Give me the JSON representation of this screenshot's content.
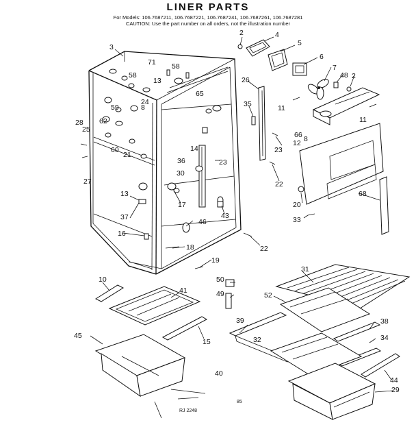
{
  "header": {
    "title": "LINER PARTS",
    "models": "For Models: 106.7687211, 106.7687221, 106.7687241, 106.7687261, 106.7687281",
    "caution": "CAUTION: Use the part number on all orders, not the illustration number"
  },
  "footer": {
    "page": "85",
    "code": "RJ 2248"
  },
  "callouts": {
    "p2a": "2",
    "p2b": "2",
    "p3": "3",
    "p4": "4",
    "p5": "5",
    "p6": "6",
    "p7": "7",
    "p8a": "8",
    "p8b": "8",
    "p10": "10",
    "p11a": "11",
    "p11b": "11",
    "p12": "12",
    "p13a": "13",
    "p13b": "13",
    "p14": "14",
    "p15": "15",
    "p16": "16",
    "p17": "17",
    "p18": "18",
    "p19": "19",
    "p20": "20",
    "p21": "21",
    "p22a": "22",
    "p22b": "22",
    "p23a": "23",
    "p23b": "23",
    "p24": "24",
    "p25": "25",
    "p26": "26",
    "p27": "27",
    "p28": "28",
    "p29": "29",
    "p30": "30",
    "p31": "31",
    "p32": "32",
    "p33": "33",
    "p34": "34",
    "p35": "35",
    "p36": "36",
    "p37": "37",
    "p38": "38",
    "p39": "39",
    "p40": "40",
    "p41": "41",
    "p43": "43",
    "p44": "44",
    "p45": "45",
    "p46": "46",
    "p48": "48",
    "p49": "49",
    "p50": "50",
    "p52": "52",
    "p58a": "58",
    "p58b": "58",
    "p59": "59",
    "p60": "60",
    "p62": "62",
    "p65": "65",
    "p66": "66",
    "p68": "68",
    "p71": "71"
  }
}
